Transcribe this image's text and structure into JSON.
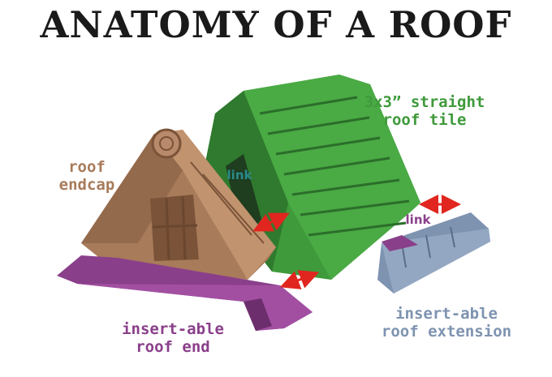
{
  "title": "ANATOMY OF A ROOF",
  "labels": {
    "straight_tile": [
      "3x3” straight",
      "roof tile"
    ],
    "endcap": [
      "roof",
      "endcap"
    ],
    "link_left": "link",
    "link_right": "link",
    "roof_end": [
      "insert-able",
      "roof end"
    ],
    "roof_extension": [
      "insert-able",
      "roof extension"
    ]
  },
  "colors": {
    "green": "#3f9a3b",
    "brown": "#a87b5a",
    "purple": "#8a3f8a",
    "blue": "#7e93b0",
    "teal": "#2a8a8c",
    "arrow": "#e0261f"
  }
}
